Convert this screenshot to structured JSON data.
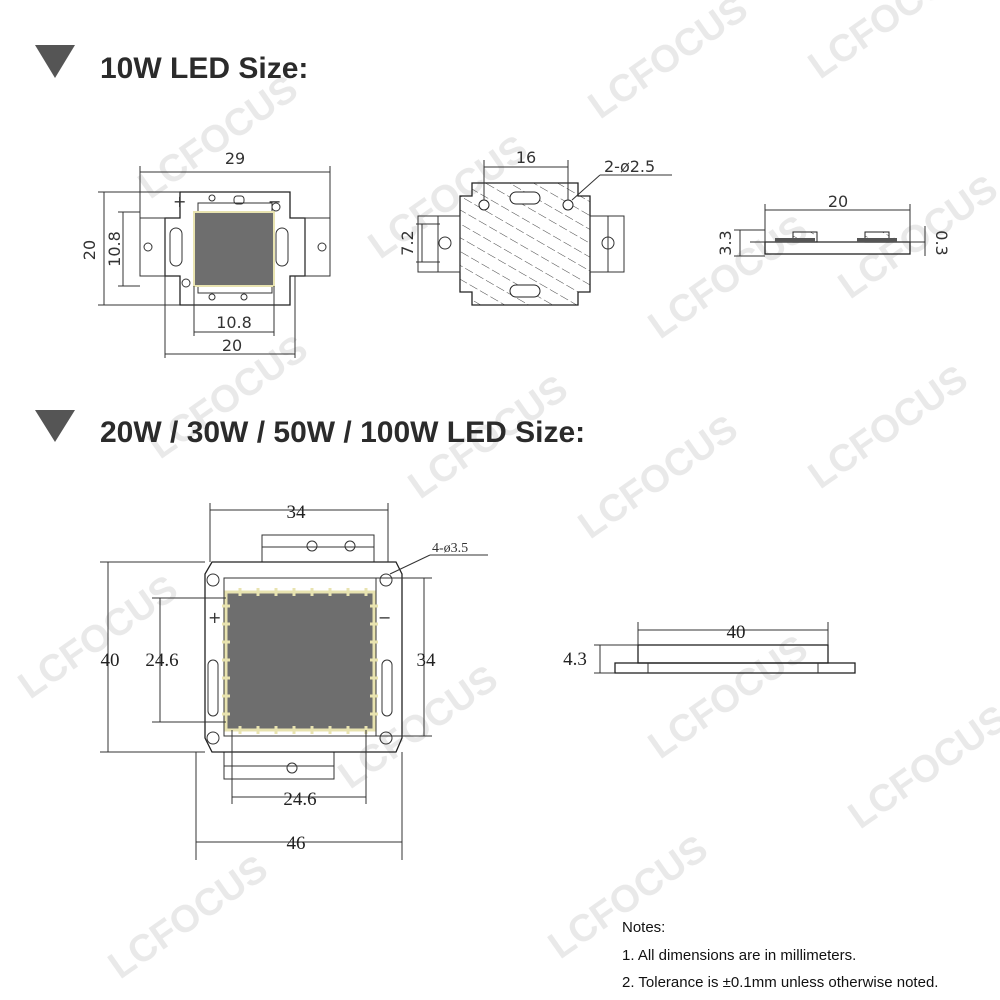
{
  "watermark": "LCFOCUS",
  "section_10w": {
    "title": "10W LED Size:",
    "front_view": {
      "width_top": "29",
      "height_left": "20",
      "height_inner": "10.8",
      "width_inner": "10.8",
      "width_bottom": "20",
      "plus_sign": "+",
      "minus_sign": "−"
    },
    "back_view": {
      "width_top": "16",
      "holes": "2-ø2.5",
      "height_left": "7.2"
    },
    "side_view": {
      "width": "20",
      "height_left": "3.3",
      "height_right": "0.3"
    }
  },
  "section_big": {
    "title": "20W / 30W / 50W / 100W LED Size:",
    "front_view": {
      "width_top": "34",
      "holes": "4-ø3.5",
      "height_left": "40",
      "height_inner": "24.6",
      "height_right": "34",
      "width_inner": "24.6",
      "width_bottom": "46",
      "plus_sign": "+",
      "minus_sign": "−"
    },
    "side_view": {
      "width": "40",
      "height": "4.3"
    }
  },
  "notes": {
    "heading": "Notes:",
    "items": [
      "1. All dimensions are in millimeters.",
      "2. Tolerance is ±0.1mm unless otherwise noted."
    ]
  },
  "colors": {
    "heading": "#2b2b2b",
    "die": "#6e6e6e",
    "die_border": "#e8e3b0",
    "line": "#333333"
  }
}
